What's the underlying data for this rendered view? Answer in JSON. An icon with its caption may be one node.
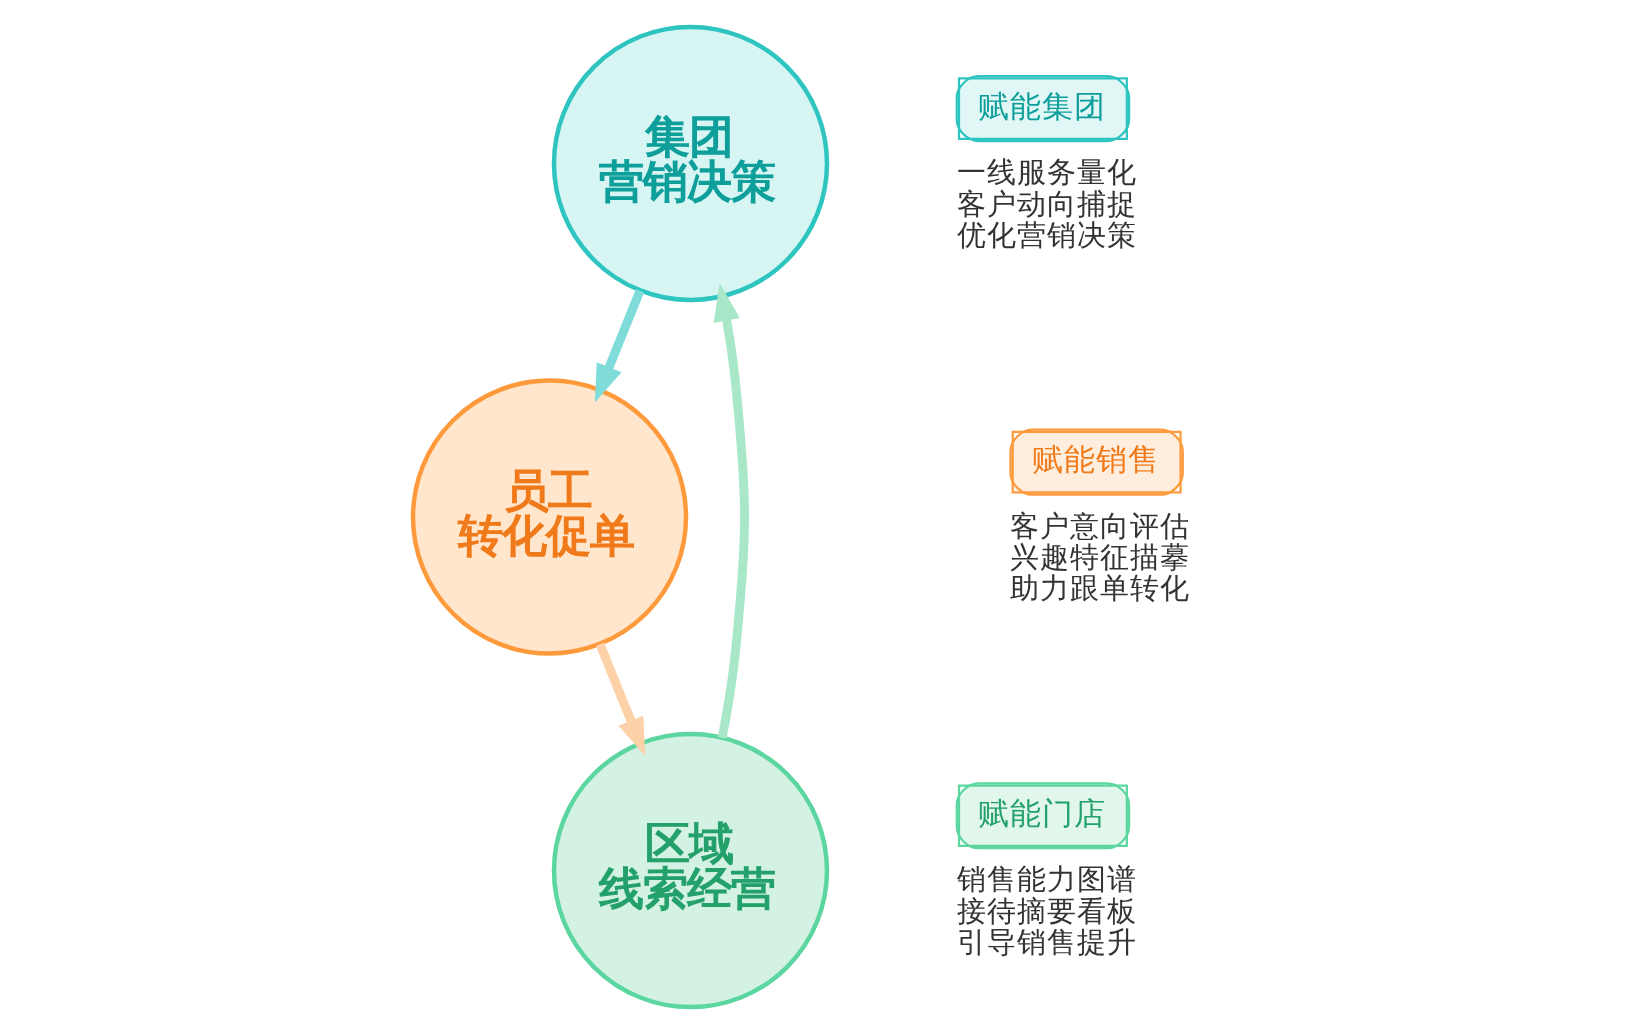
{
  "diagram": {
    "nodes": [
      {
        "text": [
          "集团营销决策"
        ]
      },
      {
        "text": [
          "员工转化促单"
        ]
      },
      {
        "text": [
          "区域线索经营"
        ]
      },
      {
        "text": [
          "赋能集团"
        ],
        "beside": [
          "一线服务量化",
          "客户动向捕捉",
          "优化营销决策"
        ]
      },
      {
        "text": [
          "赋能门店"
        ],
        "beside": [
          "销售能力图谱",
          "接待摘要看板",
          "引导销售提升"
        ]
      },
      {
        "text": [
          "赋能销售"
        ],
        "beside": [
          "客户意向评估",
          "兴趣特征描摹",
          "助力跟单转化"
        ]
      }
    ],
    "edges": [
      {
        "from": 0,
        "to": 1,
        "arrow": "to",
        "color": "#7fdcd8"
      },
      {
        "from": 1,
        "to": 2,
        "arrow": "to",
        "color": "#fdd2a8"
      },
      {
        "from": 2,
        "to": 0,
        "arrow": "to",
        "color": "#a8e8c8"
      }
    ]
  }
}
